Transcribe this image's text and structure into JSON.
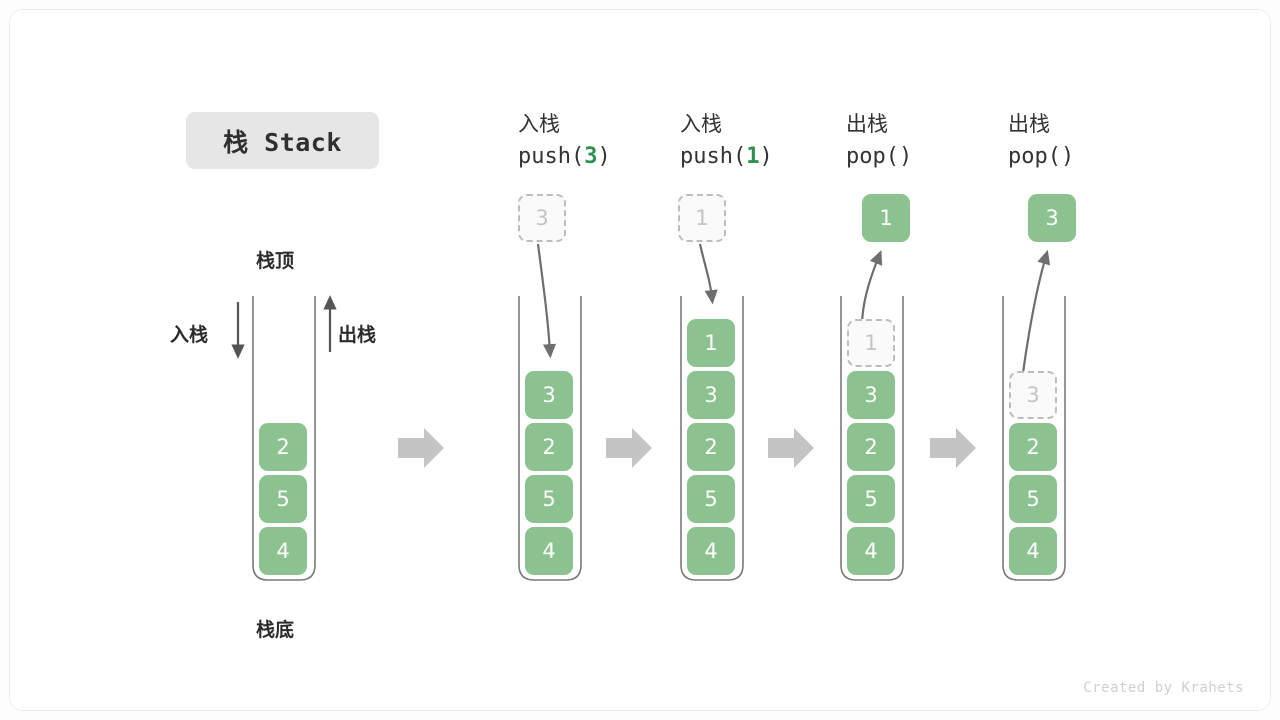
{
  "title_chip": {
    "label": "栈 Stack"
  },
  "labels": {
    "top": "栈顶",
    "bottom": "栈底",
    "push": "入栈",
    "pop": "出栈"
  },
  "credit": "Created by Krahets",
  "colors": {
    "cell_fill": "#8cc28f",
    "cell_text": "#ffffff",
    "ghost_border": "#bdbdbd",
    "ghost_text": "#c4c4c4",
    "tube_stroke": "#7a7a7a",
    "arrow_gray": "#c4c4c4",
    "curve_stroke": "#6e6e6e",
    "accent_green": "#2e9150",
    "chip_bg": "#e6e6e6"
  },
  "stages": [
    {
      "id": "stage-initial",
      "op_title": "",
      "op_code": "",
      "op_arg": "",
      "cells": [
        "2",
        "5",
        "4"
      ],
      "ghost_index": -1,
      "floating": null
    },
    {
      "id": "stage-push-3",
      "op_title": "入栈",
      "op_code_prefix": "push(",
      "op_arg": "3",
      "op_code_suffix": ")",
      "cells": [
        "3",
        "2",
        "5",
        "4"
      ],
      "ghost_index": -1,
      "floating": {
        "value": "3",
        "style": "ghost"
      }
    },
    {
      "id": "stage-push-1",
      "op_title": "入栈",
      "op_code_prefix": "push(",
      "op_arg": "1",
      "op_code_suffix": ")",
      "cells": [
        "1",
        "3",
        "2",
        "5",
        "4"
      ],
      "ghost_index": -1,
      "floating": {
        "value": "1",
        "style": "ghost"
      }
    },
    {
      "id": "stage-pop-1",
      "op_title": "出栈",
      "op_code_prefix": "pop(",
      "op_arg": "",
      "op_code_suffix": ")",
      "cells": [
        "1",
        "3",
        "2",
        "5",
        "4"
      ],
      "ghost_index": 0,
      "floating": {
        "value": "1",
        "style": "filled"
      }
    },
    {
      "id": "stage-pop-3",
      "op_title": "出栈",
      "op_code_prefix": "pop(",
      "op_arg": "",
      "op_code_suffix": ")",
      "cells": [
        "3",
        "2",
        "5",
        "4"
      ],
      "ghost_index": 0,
      "floating": {
        "value": "3",
        "style": "filled"
      }
    }
  ],
  "separators": [
    {
      "id": "separator-1"
    },
    {
      "id": "separator-2"
    },
    {
      "id": "separator-3"
    },
    {
      "id": "separator-4"
    }
  ]
}
